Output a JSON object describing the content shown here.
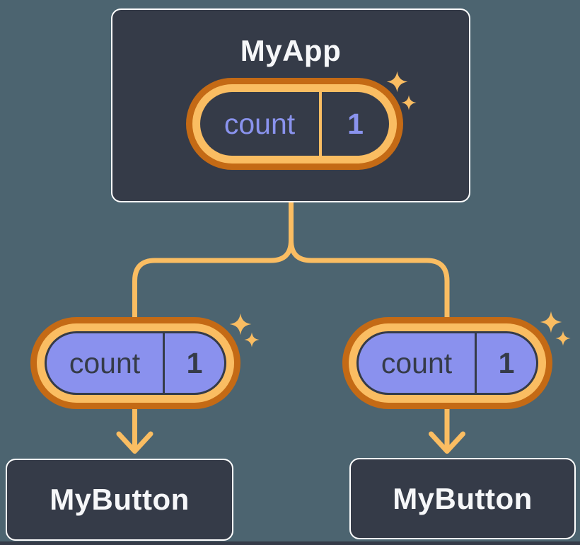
{
  "nodes": {
    "app": {
      "title": "MyApp",
      "state": {
        "name": "count",
        "value": "1"
      }
    },
    "button_left": {
      "title": "MyButton",
      "state": {
        "name": "count",
        "value": "1"
      }
    },
    "button_right": {
      "title": "MyButton",
      "state": {
        "name": "count",
        "value": "1"
      }
    }
  },
  "icons": {
    "sparkle": "four-point-sparkle"
  },
  "colors": {
    "background": "#4C6470",
    "node_fill": "#353B48",
    "node_border": "#FFFFFF",
    "node_title": "#F6F7F9",
    "connector": "#FABD62",
    "pill_ring_outer": "#C46A15",
    "pill_ring_inner": "#FABD62",
    "pill_fill_state_holder": "#353B48",
    "pill_fill_passed_prop": "#8A91EE",
    "pill_text_state_holder": "#8A93EE",
    "pill_text_passed_prop": "#353B48"
  }
}
